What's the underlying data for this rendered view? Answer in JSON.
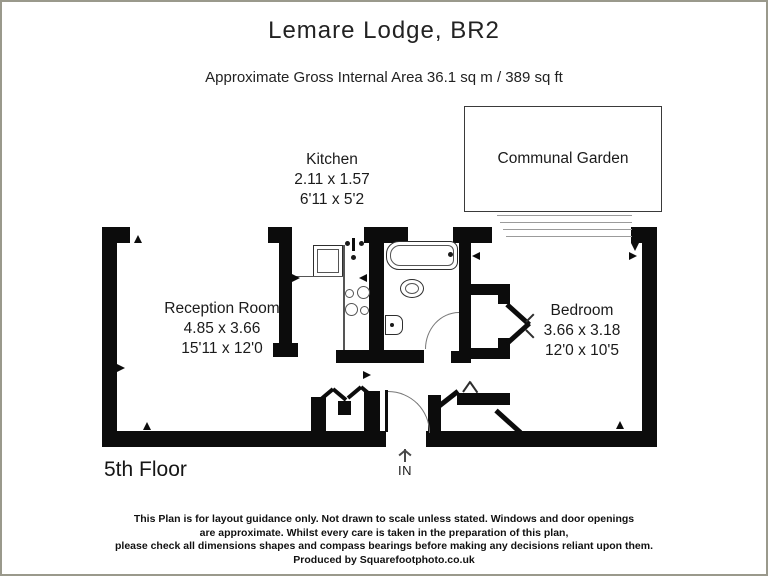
{
  "title": "Lemare Lodge,  BR2",
  "subtitle": "Approximate Gross Internal Area  36.1 sq m / 389 sq ft",
  "garden": {
    "label": "Communal Garden"
  },
  "rooms": [
    {
      "name": "Kitchen",
      "metric": "2.11 x 1.57",
      "imperial": "6'11 x 5'2"
    },
    {
      "name": "Reception Room",
      "metric": "4.85 x 3.66",
      "imperial": "15'11 x 12'0"
    },
    {
      "name": "Bedroom",
      "metric": "3.66 x 3.18",
      "imperial": "12'0 x 10'5"
    }
  ],
  "floor_label": "5th Floor",
  "entrance": {
    "label": "IN"
  },
  "disclaimer": [
    "This Plan is for layout guidance only. Not drawn to scale unless stated. Windows and door openings",
    "are approximate. Whilst every care is taken in the preparation of this plan,",
    "please check all dimensions shapes and compass bearings before making any decisions reliant upon them.",
    "Produced by Squarefootphoto.co.uk"
  ],
  "colors": {
    "wall": "#0c0c0c",
    "text": "#1b1b1b"
  }
}
